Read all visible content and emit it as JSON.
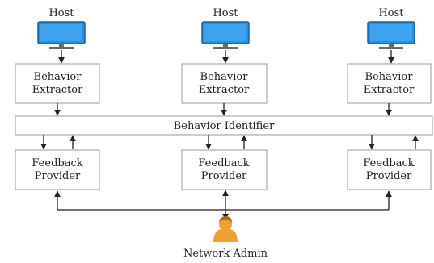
{
  "hosts": [
    {
      "label": "Host"
    },
    {
      "label": "Host"
    },
    {
      "label": "Host"
    }
  ],
  "extractors": [
    {
      "line1": "Behavior",
      "line2": "Extractor"
    },
    {
      "line1": "Behavior",
      "line2": "Extractor"
    },
    {
      "line1": "Behavior",
      "line2": "Extractor"
    }
  ],
  "identifier": {
    "label": "Behavior Identifier"
  },
  "providers": [
    {
      "line1": "Feedback",
      "line2": "Provider"
    },
    {
      "line1": "Feedback",
      "line2": "Provider"
    },
    {
      "line1": "Feedback",
      "line2": "Provider"
    }
  ],
  "admin": {
    "label": "Network Admin"
  },
  "icons": {
    "host": "monitor-icon",
    "admin": "person-icon"
  },
  "colors": {
    "screen": "#2a8fe0",
    "screen_edge": "#1f5f99",
    "stand": "#6a6a6a",
    "person": "#f0a030",
    "line": "#222222",
    "box_border": "#9a9a9a"
  }
}
